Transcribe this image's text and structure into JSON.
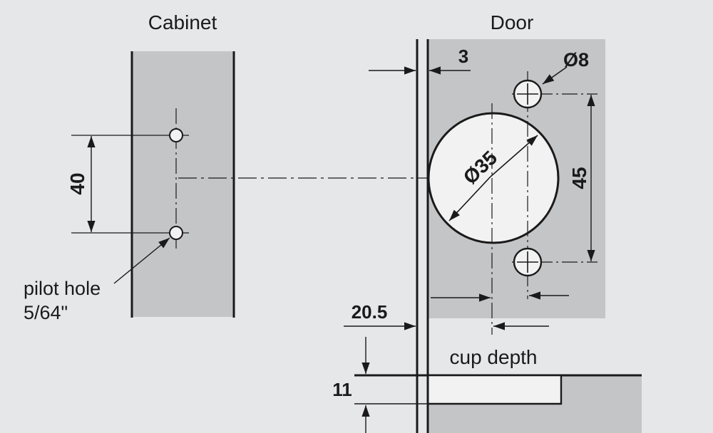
{
  "labels": {
    "cabinet": "Cabinet",
    "door": "Door",
    "pilot_hole_line1": "pilot hole",
    "pilot_hole_line2": "5/64\"",
    "cup_depth": "cup depth"
  },
  "dimensions": {
    "pilot_spacing": "40",
    "edge_offset": "3",
    "screw_hole_diameter": "Ø8",
    "cup_diameter": "Ø35",
    "screw_spacing": "45",
    "cup_edge_distance": "20.5",
    "overlay": "11"
  },
  "colors": {
    "background": "#e6e7e9",
    "panel_fill": "#c4c5c7",
    "line": "#1a1a1a",
    "hole_fill": "#f2f2f2"
  }
}
